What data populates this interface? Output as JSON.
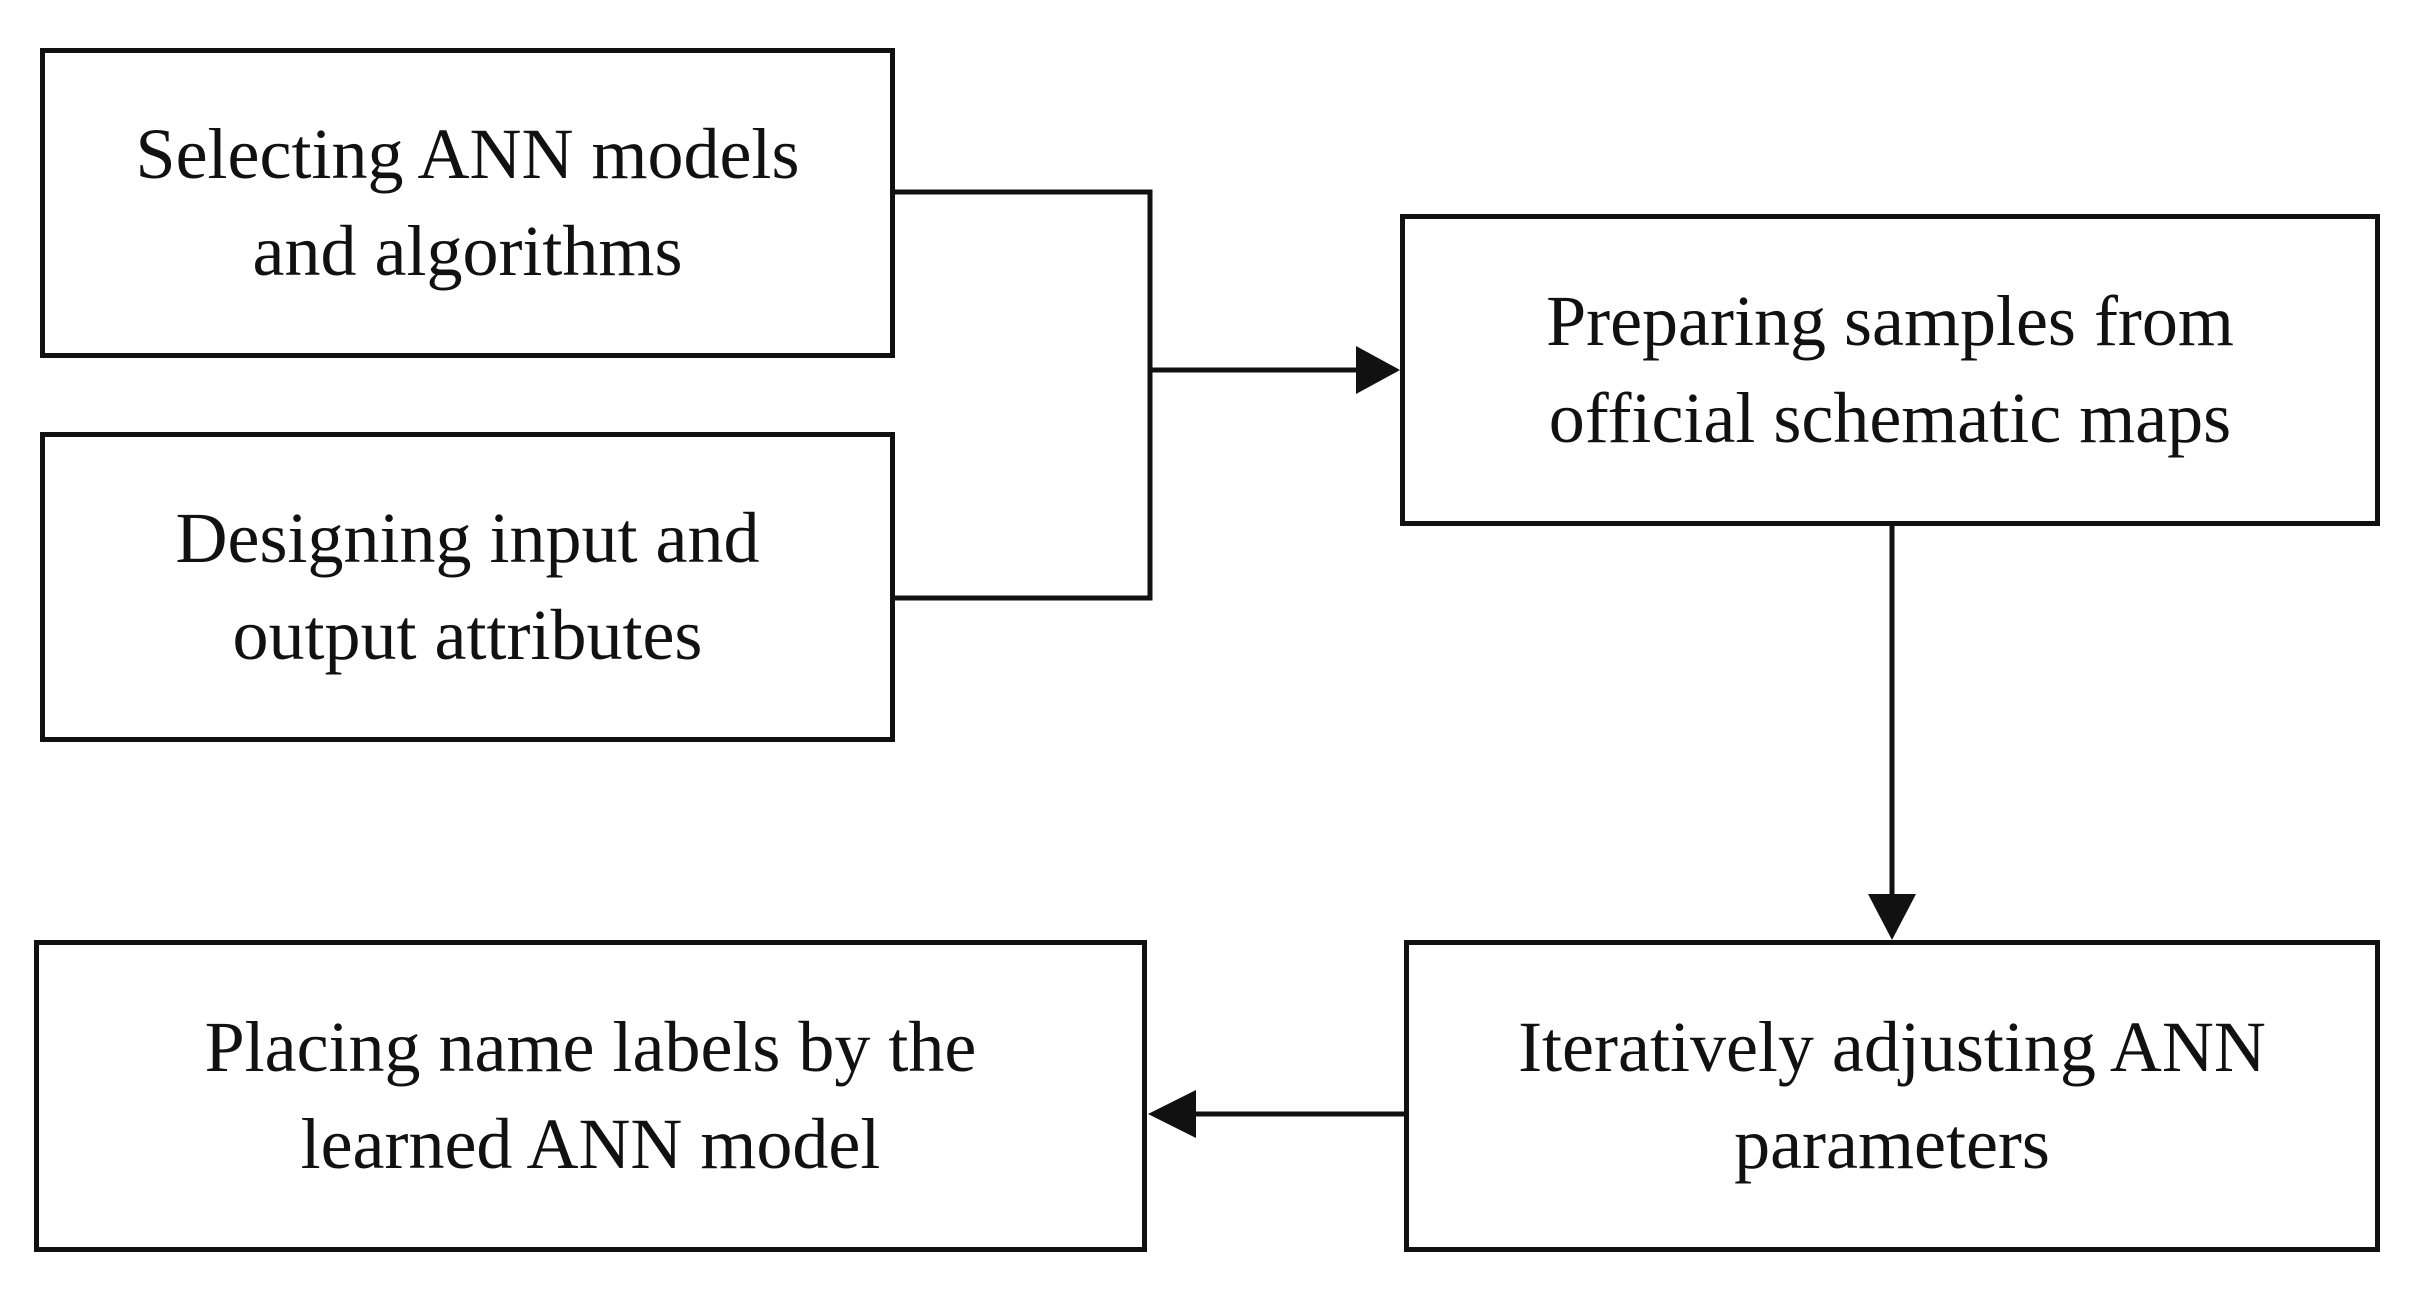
{
  "diagram": {
    "boxes": {
      "select_models": "Selecting ANN models\nand algorithms",
      "design_attributes": "Designing input and\noutput attributes",
      "prepare_samples": "Preparing samples from\nofficial schematic maps",
      "adjust_parameters": "Iteratively adjusting ANN\nparameters",
      "place_labels": "Placing name labels by the\nlearned ANN model"
    },
    "colors": {
      "line": "#111111",
      "background": "#ffffff"
    }
  }
}
